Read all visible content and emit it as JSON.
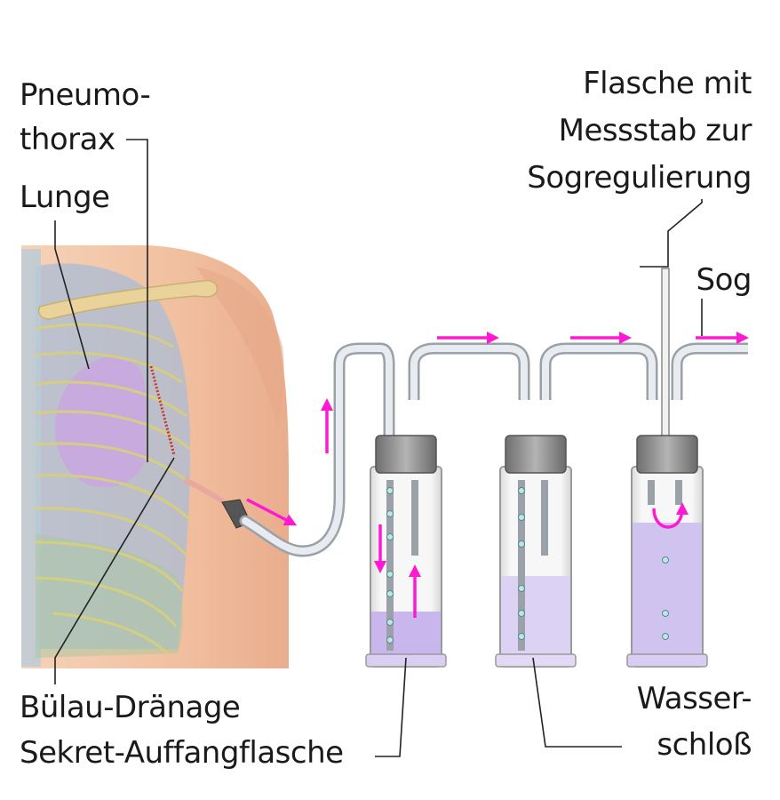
{
  "labels": {
    "pneumothorax_line1": "Pneumo-",
    "pneumothorax_line2": "thorax",
    "lunge": "Lunge",
    "flasche_line1": "Flasche mit",
    "flasche_line2": "Messstab zur",
    "flasche_line3": "Sogregulierung",
    "sog": "Sog",
    "buelau": "Bülau-Dränage",
    "sekret": "Sekret-Auffangflasche",
    "wasser_line1": "Wasser-",
    "wasser_line2": "schloß"
  },
  "colors": {
    "skin": "#f3c6a8",
    "lung": "#c9a8e0",
    "pleura": "#a9bcd6",
    "ribs": "#e8e08a",
    "clavicle": "#e9d39a",
    "liquid": "#c9b6ec",
    "cap": "#8c8c8c",
    "arrow": "#ff19d2",
    "tube": "#c8ced6"
  }
}
